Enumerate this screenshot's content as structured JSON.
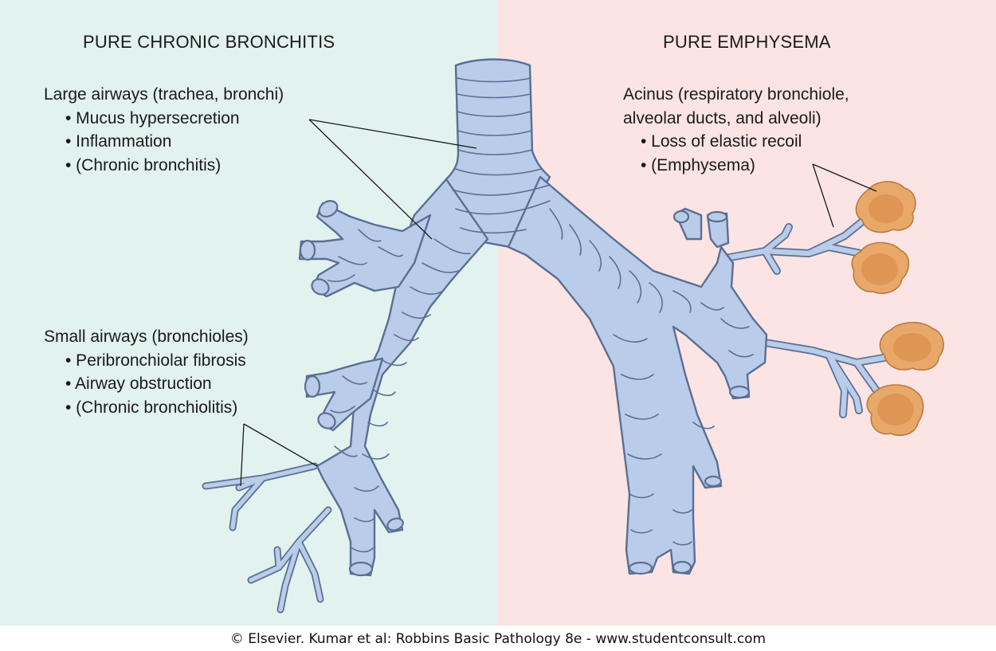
{
  "panels": {
    "left_heading": "PURE CHRONIC BRONCHITIS",
    "right_heading": "PURE EMPHYSEMA"
  },
  "large_airways": {
    "title": "Large airways (trachea, bronchi)",
    "items": [
      "• Mucus hypersecretion",
      "• Inflammation",
      "• (Chronic bronchitis)"
    ]
  },
  "small_airways": {
    "title": "Small airways (bronchioles)",
    "items": [
      "• Peribronchiolar fibrosis",
      "• Airway obstruction",
      "• (Chronic bronchiolitis)"
    ]
  },
  "acinus": {
    "title_lines": [
      "Acinus (respiratory bronchiole,",
      "alveolar ducts, and alveoli)"
    ],
    "items": [
      "• Loss of elastic recoil",
      "• (Emphysema)"
    ]
  },
  "footer": "© Elsevier. Kumar et al: Robbins Basic Pathology 8e - www.studentconsult.com",
  "colors": {
    "left_panel": "#e2f2ee",
    "right_panel": "#fbe4e3",
    "airway": "#b9cce9",
    "airway_outline": "#5a6f93",
    "acinus": "#e8a86a"
  }
}
